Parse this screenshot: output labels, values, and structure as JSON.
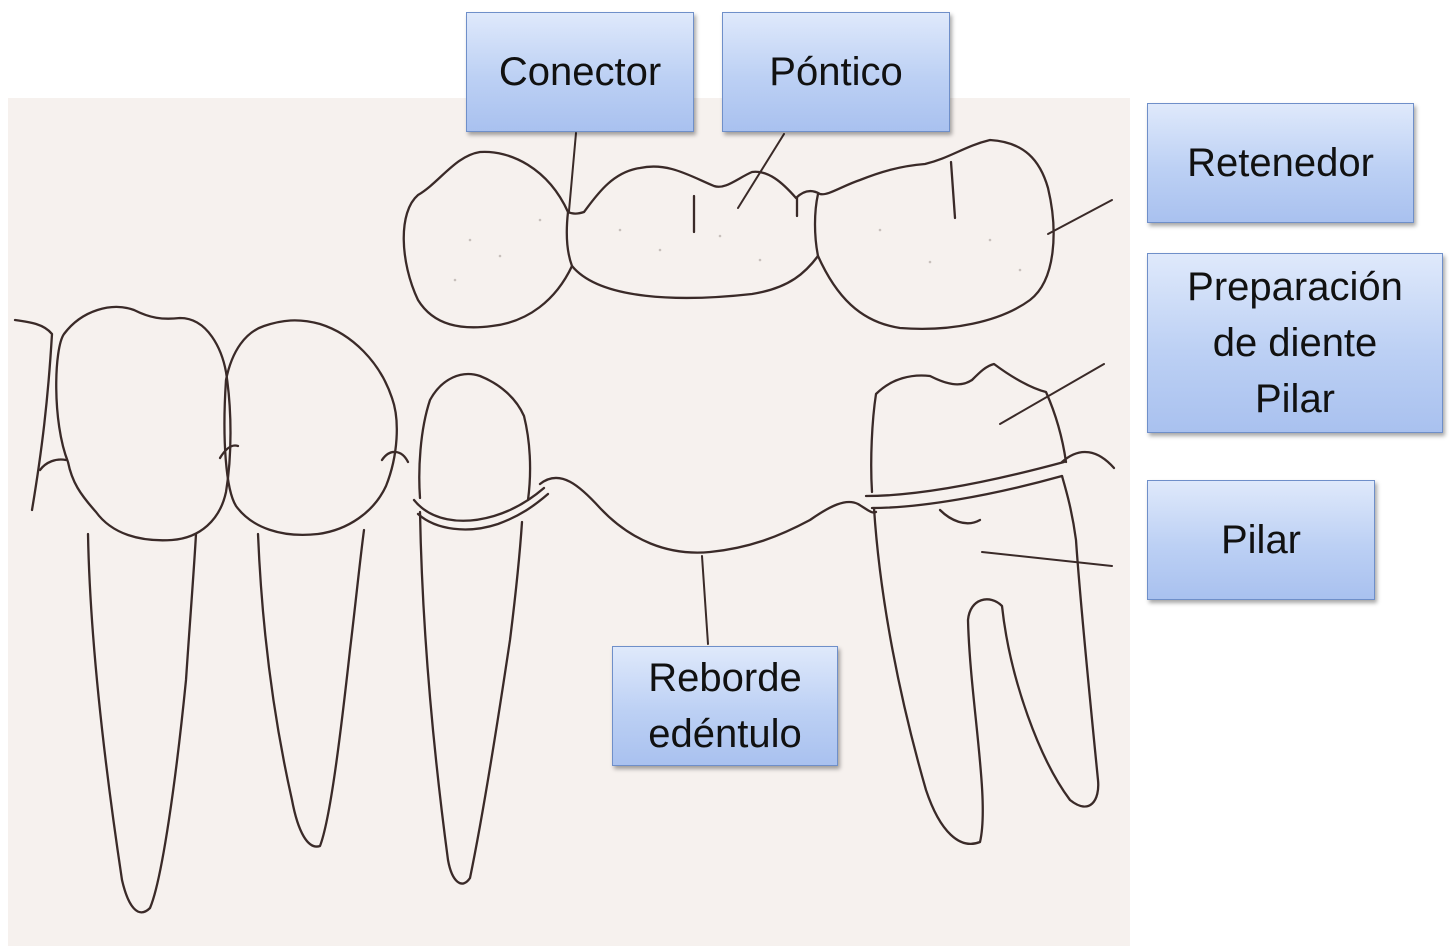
{
  "labels": {
    "conector": "Conector",
    "pontico": "Póntico",
    "retenedor": "Retenedor",
    "preparacion": [
      "Preparación",
      "de diente",
      "Pilar"
    ],
    "pilar": "Pilar",
    "reborde": [
      "Reborde",
      "edéntulo"
    ]
  },
  "colors": {
    "paper": "#f6f1ee",
    "ink": "#3a2a28",
    "label_fill": "#bcd0f4",
    "label_border": "#6f8fc9"
  }
}
